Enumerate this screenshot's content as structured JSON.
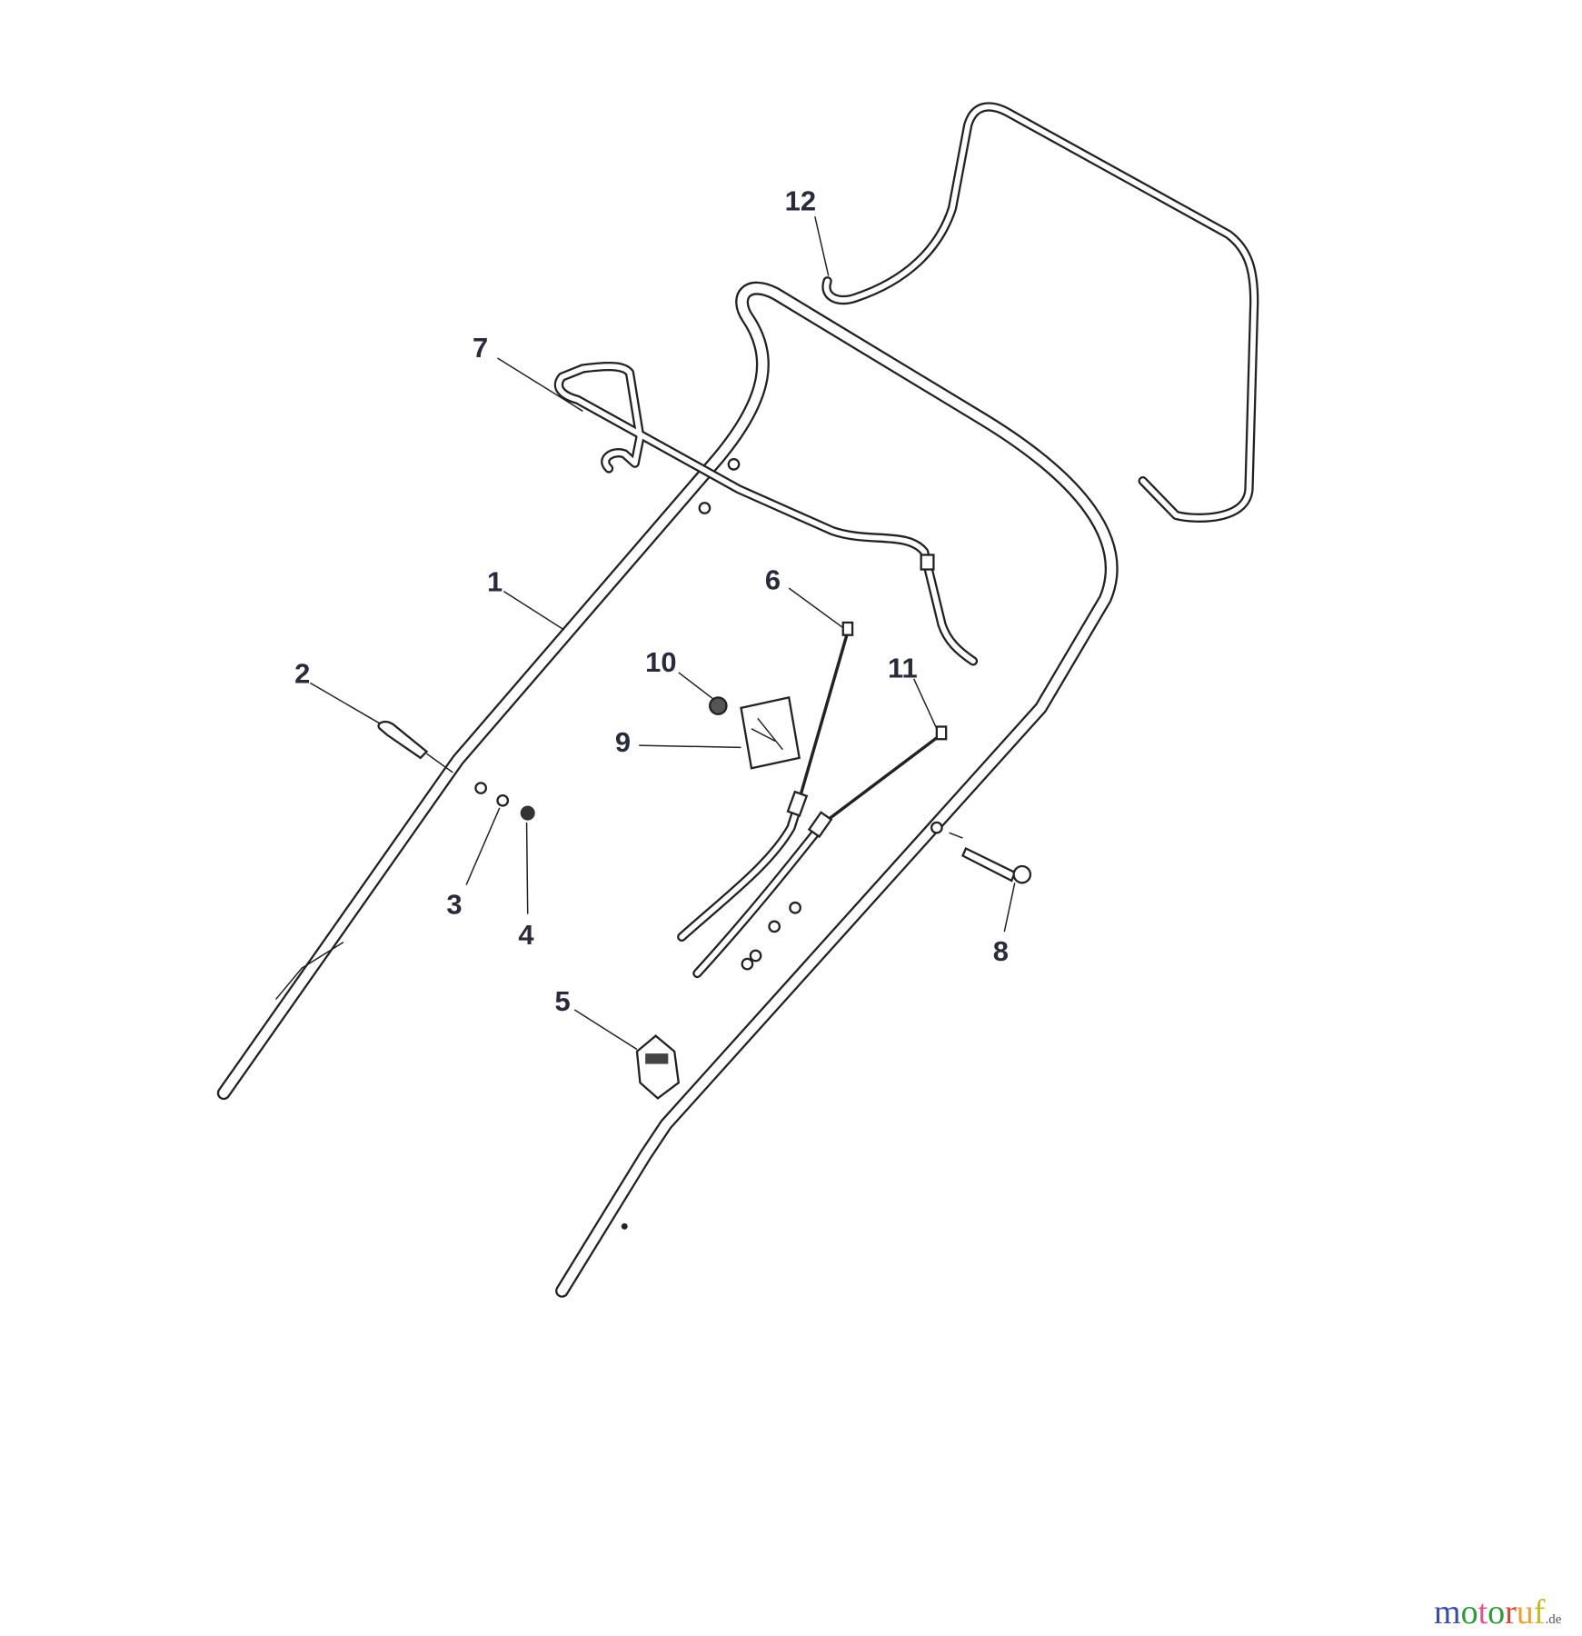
{
  "diagram": {
    "labels": [
      "1",
      "2",
      "3",
      "4",
      "5",
      "6",
      "7",
      "8",
      "9",
      "10",
      "11",
      "12"
    ]
  },
  "watermark": {
    "text": "motoruf",
    "suffix": ".de",
    "colors": [
      "#3b4fa0",
      "#2f9a3c",
      "#e0559a",
      "#2f9a3c",
      "#d4493a",
      "#e8a23a",
      "#c8b830"
    ]
  }
}
